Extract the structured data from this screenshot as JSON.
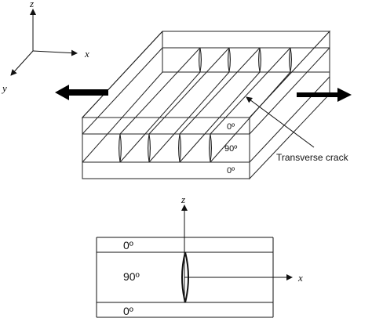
{
  "axes_3d": {
    "z": "z",
    "x": "x",
    "y": "y"
  },
  "laminate_3d": {
    "ply_labels": [
      "0º",
      "90º",
      "0º"
    ],
    "crack_label": "Transverse crack"
  },
  "cross_section": {
    "axis_z": "z",
    "axis_x": "x",
    "ply_labels": [
      "0º",
      "90º",
      "0º"
    ]
  },
  "colors": {
    "line": "#111111",
    "arrow": "#000000",
    "background": "#ffffff"
  }
}
